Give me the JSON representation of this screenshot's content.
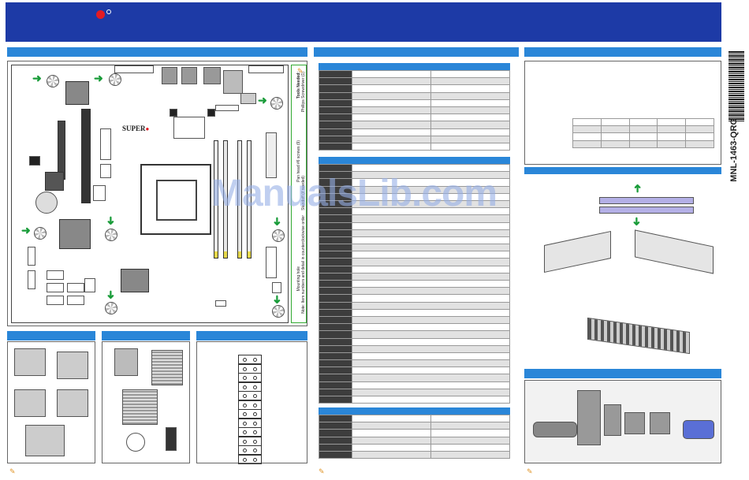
{
  "colors": {
    "banner": "#1d3aa6",
    "section_header": "#2a86d8",
    "brand_red": "#e41b23",
    "arrow_green": "#1a9c3a"
  },
  "document": {
    "part_number": "MNL-1463-QRG",
    "watermark": "ManualsLib.com"
  },
  "board": {
    "brand": "SUPER",
    "notes": {
      "tools": "Tools Needed:",
      "screwdriver": "Phillips Screwdriver (1)",
      "screws": "Pan head #6 screws (9)",
      "standoffs": "Standoff (if needed)",
      "mounting_hole": "Mounting hole",
      "caution": "Note: Item numbers and detail in counterclockwise order"
    },
    "icons": [
      "mounting-hole-icon",
      "arrow-icon",
      "screwdriver-icon",
      "screw-icon"
    ]
  }
}
